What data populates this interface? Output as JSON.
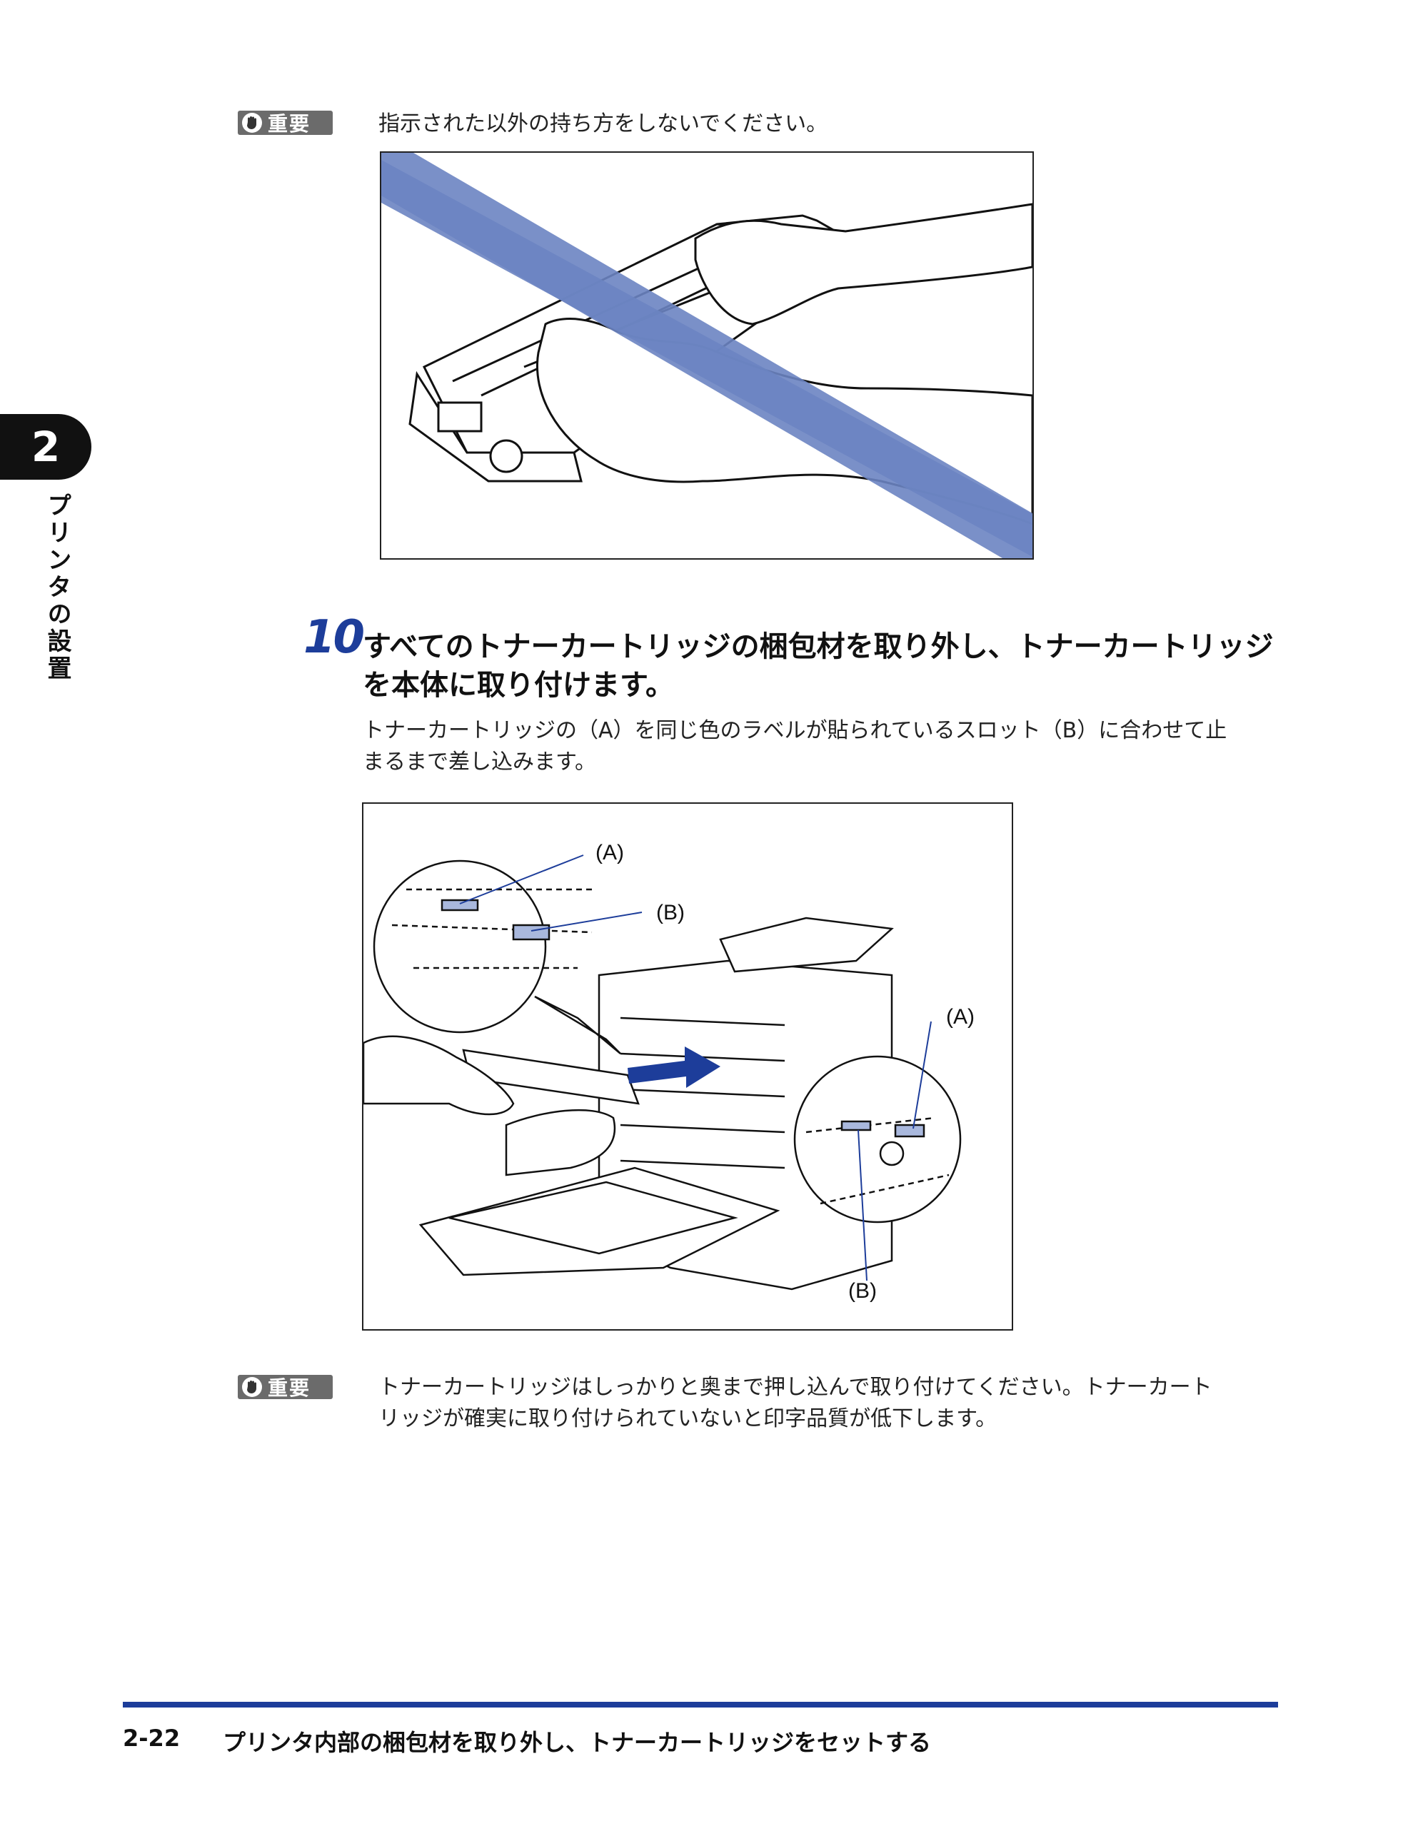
{
  "chapter": {
    "number": "2",
    "title": "プリンタの設置"
  },
  "notes": {
    "top": {
      "badge_label": "重要",
      "text": "指示された以外の持ち方をしないでください。"
    },
    "bottom": {
      "badge_label": "重要",
      "line1": "トナーカートリッジはしっかりと奥まで押し込んで取り付けてください。トナーカート",
      "line2": "リッジが確実に取り付けられていないと印字品質が低下します。"
    }
  },
  "step": {
    "number": "10",
    "title_line1": "すべてのトナーカートリッジの梱包材を取り外し、トナーカートリッジ",
    "title_line2": "を本体に取り付けます。",
    "body_line1": "トナーカートリッジの（A）を同じ色のラベルが貼られているスロット（B）に合わせて止",
    "body_line2": "まるまで差し込みます。"
  },
  "figure2_labels": {
    "a_top": "(A)",
    "b_top": "(B)",
    "a_right": "(A)",
    "b_bottom": "(B)"
  },
  "footer": {
    "page": "2-22",
    "title": "プリンタ内部の梱包材を取り外し、トナーカートリッジをセットする"
  },
  "colors": {
    "accent": "#1d3d9a",
    "prohibit_band": "#6b84c2",
    "badge": "#6b6b6b"
  }
}
